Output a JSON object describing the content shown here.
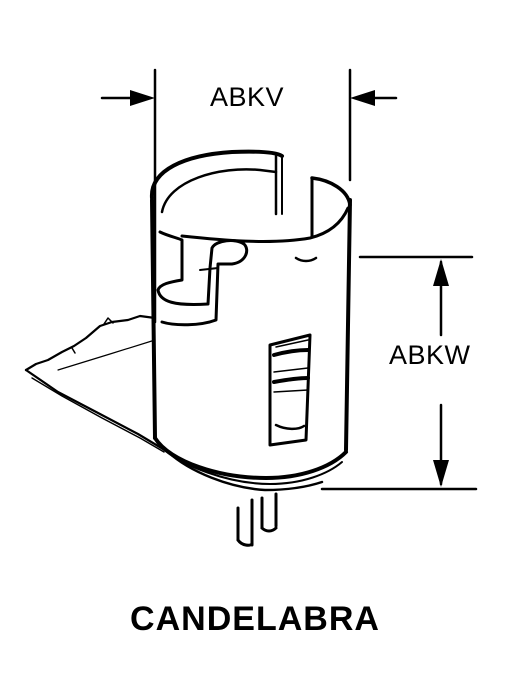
{
  "diagram": {
    "dimensions": {
      "width_label": "ABKV",
      "height_label": "ABKW"
    },
    "caption": "CANDELABRA",
    "colors": {
      "ink": "#000000",
      "paper": "#ffffff"
    }
  }
}
